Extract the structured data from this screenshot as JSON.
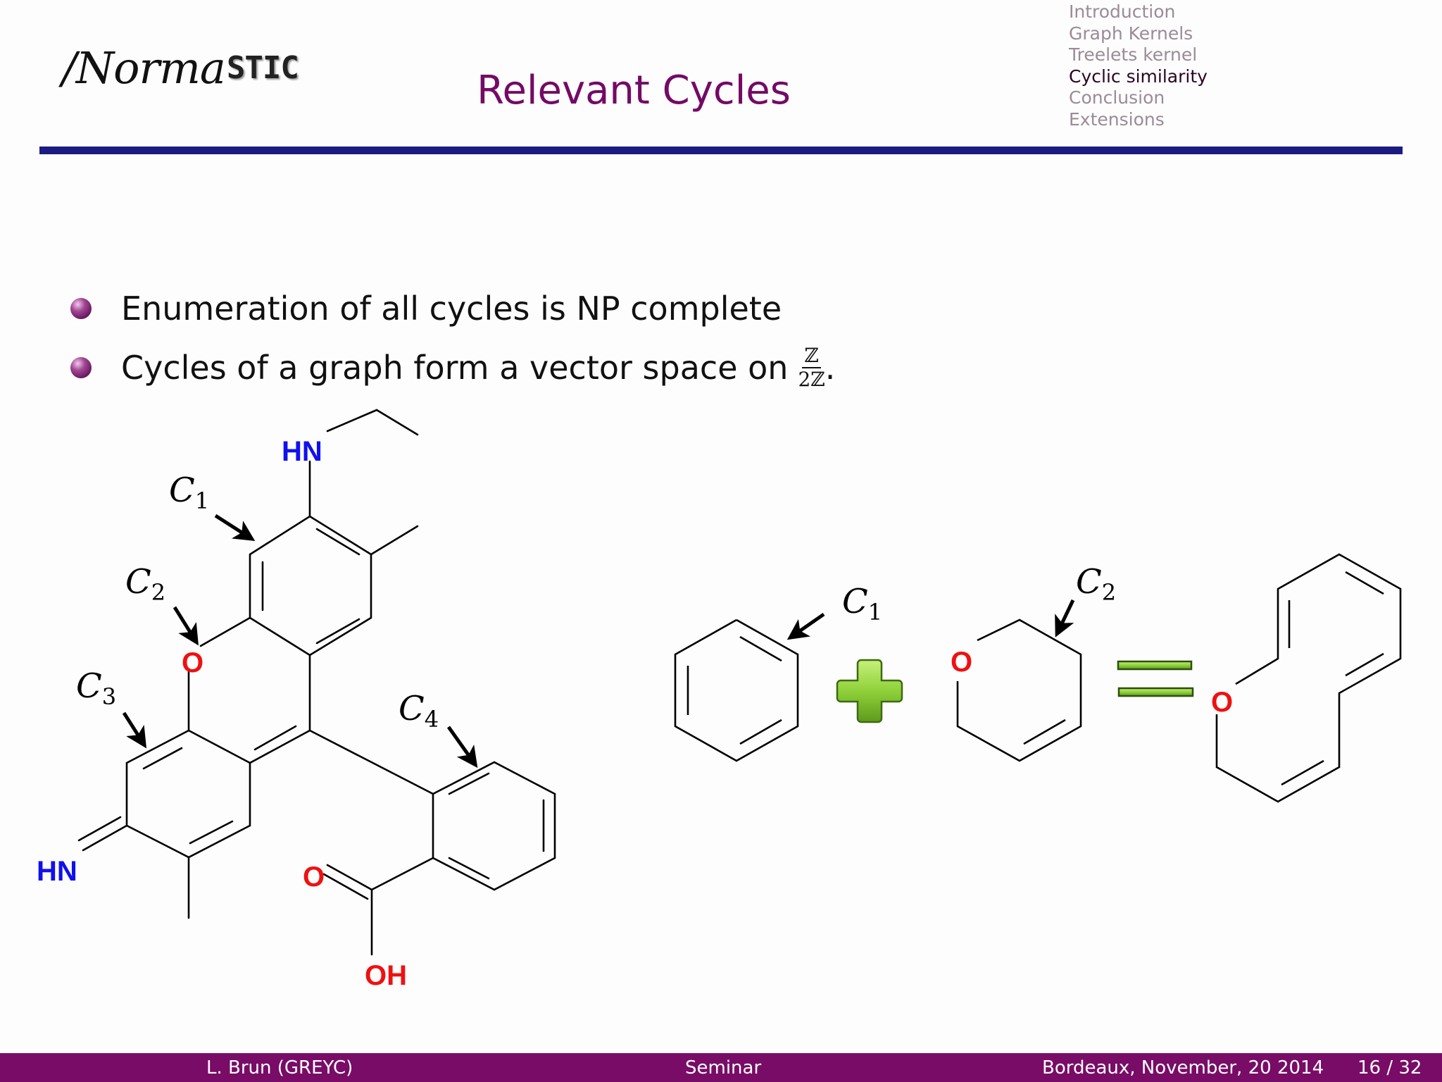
{
  "header": {
    "logo": {
      "script_part": "/Norma",
      "block_part": "STIC"
    },
    "title": "Relevant Cycles",
    "toc": [
      {
        "label": "Introduction",
        "active": false
      },
      {
        "label": "Graph Kernels",
        "active": false
      },
      {
        "label": "Treelets kernel",
        "active": false
      },
      {
        "label": "Cyclic similarity",
        "active": true
      },
      {
        "label": "Conclusion",
        "active": false
      },
      {
        "label": "Extensions",
        "active": false
      }
    ]
  },
  "content": {
    "bullets": [
      {
        "text": "Enumeration of all cycles is NP complete"
      },
      {
        "text": "Cycles of a graph form a vector space on",
        "fraction": {
          "numerator": "ℤ",
          "denominator": "2ℤ"
        },
        "suffix": "."
      }
    ],
    "molecule": {
      "atom_labels": {
        "hn_top": "HN",
        "hn_left": "HN",
        "o_ring": "O",
        "o_carbonyl": "O",
        "oh": "OH"
      },
      "cycle_labels": [
        {
          "base": "C",
          "sub": "1"
        },
        {
          "base": "C",
          "sub": "2"
        },
        {
          "base": "C",
          "sub": "3"
        },
        {
          "base": "C",
          "sub": "4"
        }
      ]
    },
    "equation": {
      "c1_label": {
        "base": "C",
        "sub": "1"
      },
      "c2_label": {
        "base": "C",
        "sub": "2"
      },
      "o_label_ring": "O",
      "o_label_result": "O",
      "operator_plus": "plus",
      "operator_equals": "equals"
    },
    "colors": {
      "nitrogen": "#1010ee",
      "oxygen": "#ee1111",
      "operator_green": "#8fd13a",
      "title": "#740a66",
      "bar": "#1c1c80",
      "footer": "#790c67"
    }
  },
  "footer": {
    "author": "L. Brun  (GREYC)",
    "event": "Seminar",
    "place_date": "Bordeaux, November, 20 2014",
    "page": "16 / 32"
  }
}
